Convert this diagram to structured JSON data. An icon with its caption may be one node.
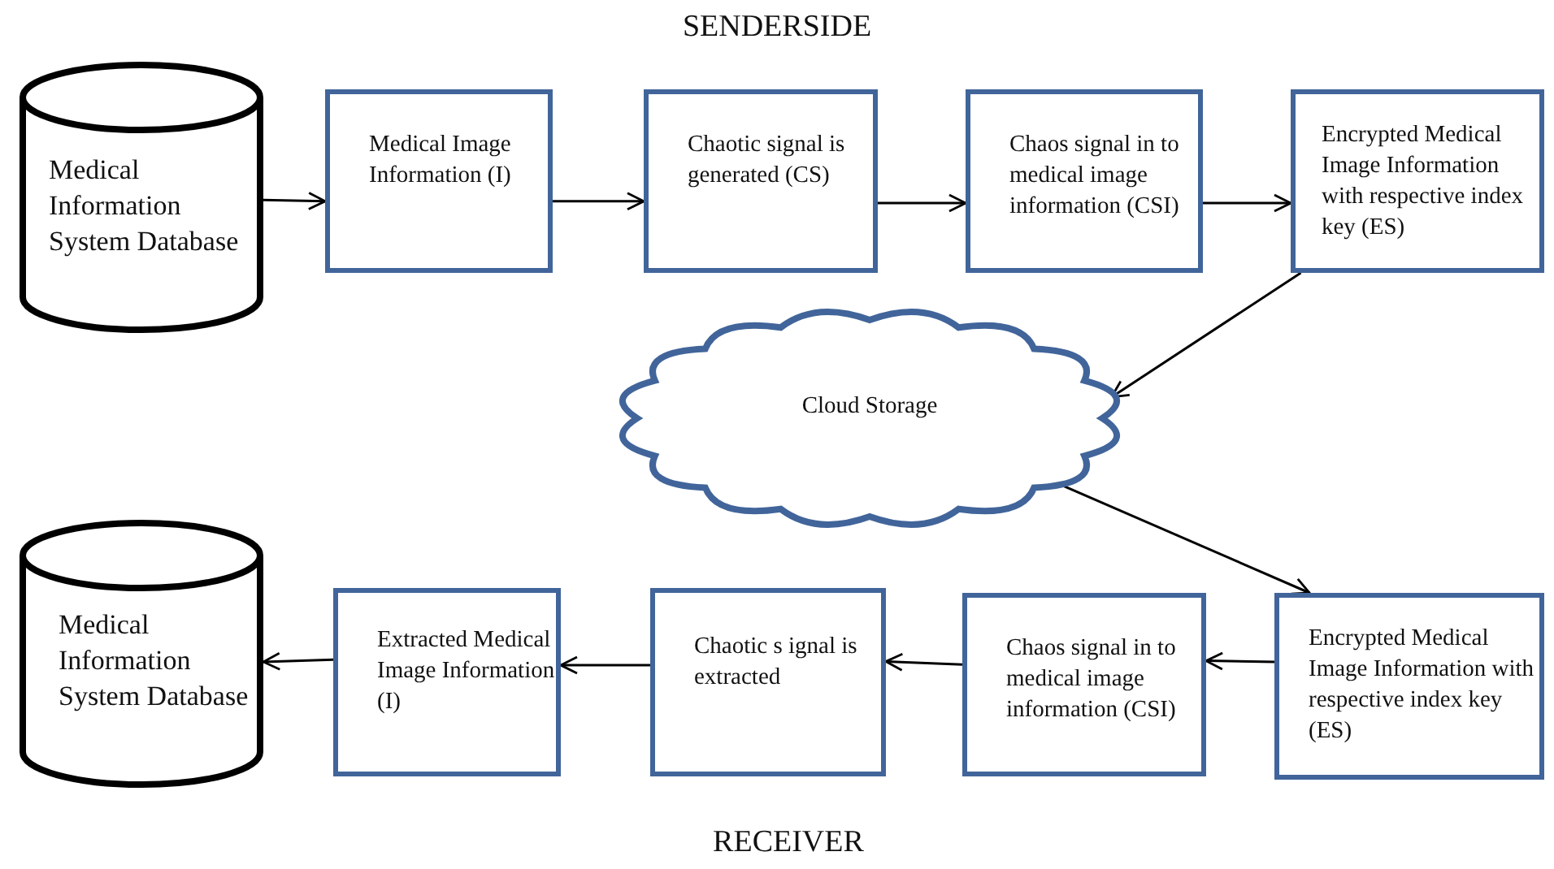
{
  "diagram": {
    "title": "SENDERSIDE",
    "nodes": [
      {
        "text": [
          "Medical Information System Database"
        ]
      },
      {
        "text": [
          "Medical Image Information  (I)"
        ]
      },
      {
        "text": [
          "Chaotic signal is generated (CS)"
        ]
      },
      {
        "text": [
          "Chaos signal in to medical image information (CSI)"
        ]
      },
      {
        "text": [
          "Encrypted Medical Image Information with respective index key  (ES)"
        ]
      },
      {
        "text": [
          "Cloud Storage"
        ]
      },
      {
        "text": [
          "Medical Information System Database"
        ]
      },
      {
        "text": [
          "Extracted Medical Image Information  (I)"
        ]
      },
      {
        "text": [
          "Chaotic  s ignal is extracted"
        ]
      },
      {
        "text": [
          "Chaos signal in to medical image information (CSI)"
        ]
      },
      {
        "text": [
          "Encrypted Medical Image Information with respective index key  (ES)"
        ]
      }
    ],
    "edges": [
      {
        "from": 0,
        "to": 1,
        "arrow": "to"
      },
      {
        "from": 1,
        "to": 2,
        "arrow": "to"
      },
      {
        "from": 2,
        "to": 3,
        "arrow": "to"
      },
      {
        "from": 3,
        "to": 4,
        "arrow": "to"
      },
      {
        "from": 4,
        "to": 5,
        "arrow": "to"
      },
      {
        "from": 5,
        "to": 10,
        "arrow": "to"
      },
      {
        "from": 10,
        "to": 9,
        "arrow": "to"
      },
      {
        "from": 9,
        "to": 8,
        "arrow": "to"
      },
      {
        "from": 8,
        "to": 7,
        "arrow": "to"
      },
      {
        "from": 7,
        "to": 6,
        "arrow": "to"
      }
    ],
    "labels": [
      "RECEIVER"
    ]
  }
}
